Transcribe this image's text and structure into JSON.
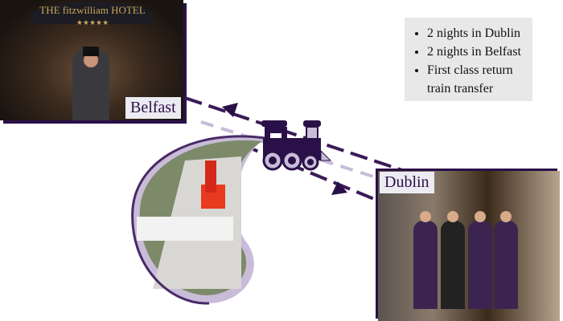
{
  "belfast": {
    "label": "Belfast",
    "sign_text": "THE fitzwilliam HOTEL",
    "stars": "★★★★★"
  },
  "dublin": {
    "label": "Dublin"
  },
  "bullets": [
    "2 nights in Dublin",
    "2 nights in Belfast",
    "First class return train transfer"
  ],
  "colors": {
    "purple": "#2a1048",
    "lavender": "#c8bcd8"
  }
}
